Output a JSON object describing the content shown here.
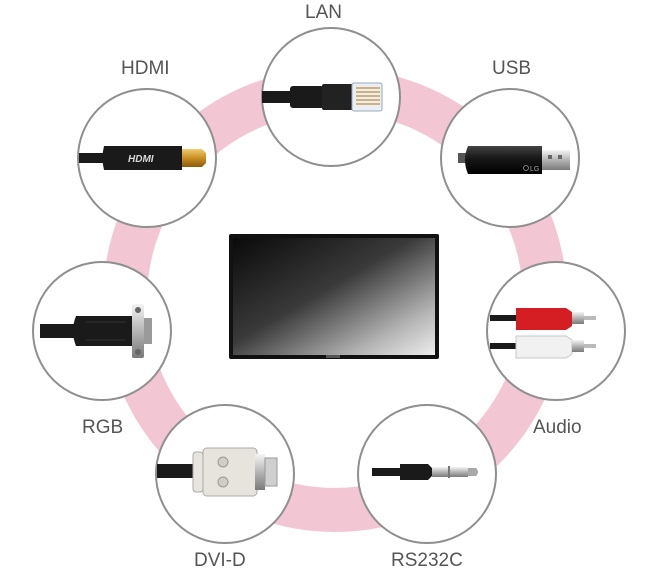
{
  "colors": {
    "ring": "#f2c7d3",
    "circle_border": "#8f8f8f",
    "label": "#555555",
    "cable": "#1a1a1a",
    "metal": "#c9c9c9",
    "gold": "#d9a53a",
    "audio_red": "#d41e24",
    "audio_white": "#f1f1f1",
    "dvi_body": "#e6e4dc"
  },
  "connectors": [
    {
      "id": "lan",
      "label": "LAN",
      "icon": "rj45-plug-icon"
    },
    {
      "id": "usb",
      "label": "USB",
      "icon": "usb-dongle-icon",
      "brand": "LG"
    },
    {
      "id": "audio",
      "label": "Audio",
      "icon": "rca-audio-plug-icon"
    },
    {
      "id": "rs232c",
      "label": "RS232C",
      "icon": "stereo-jack-plug-icon"
    },
    {
      "id": "dvi-d",
      "label": "DVI-D",
      "icon": "dvi-plug-icon"
    },
    {
      "id": "rgb",
      "label": "RGB",
      "icon": "vga-plug-icon"
    },
    {
      "id": "hdmi",
      "label": "HDMI",
      "icon": "hdmi-plug-icon",
      "brand": "HDMI"
    }
  ],
  "center": {
    "icon": "display-monitor-icon"
  }
}
